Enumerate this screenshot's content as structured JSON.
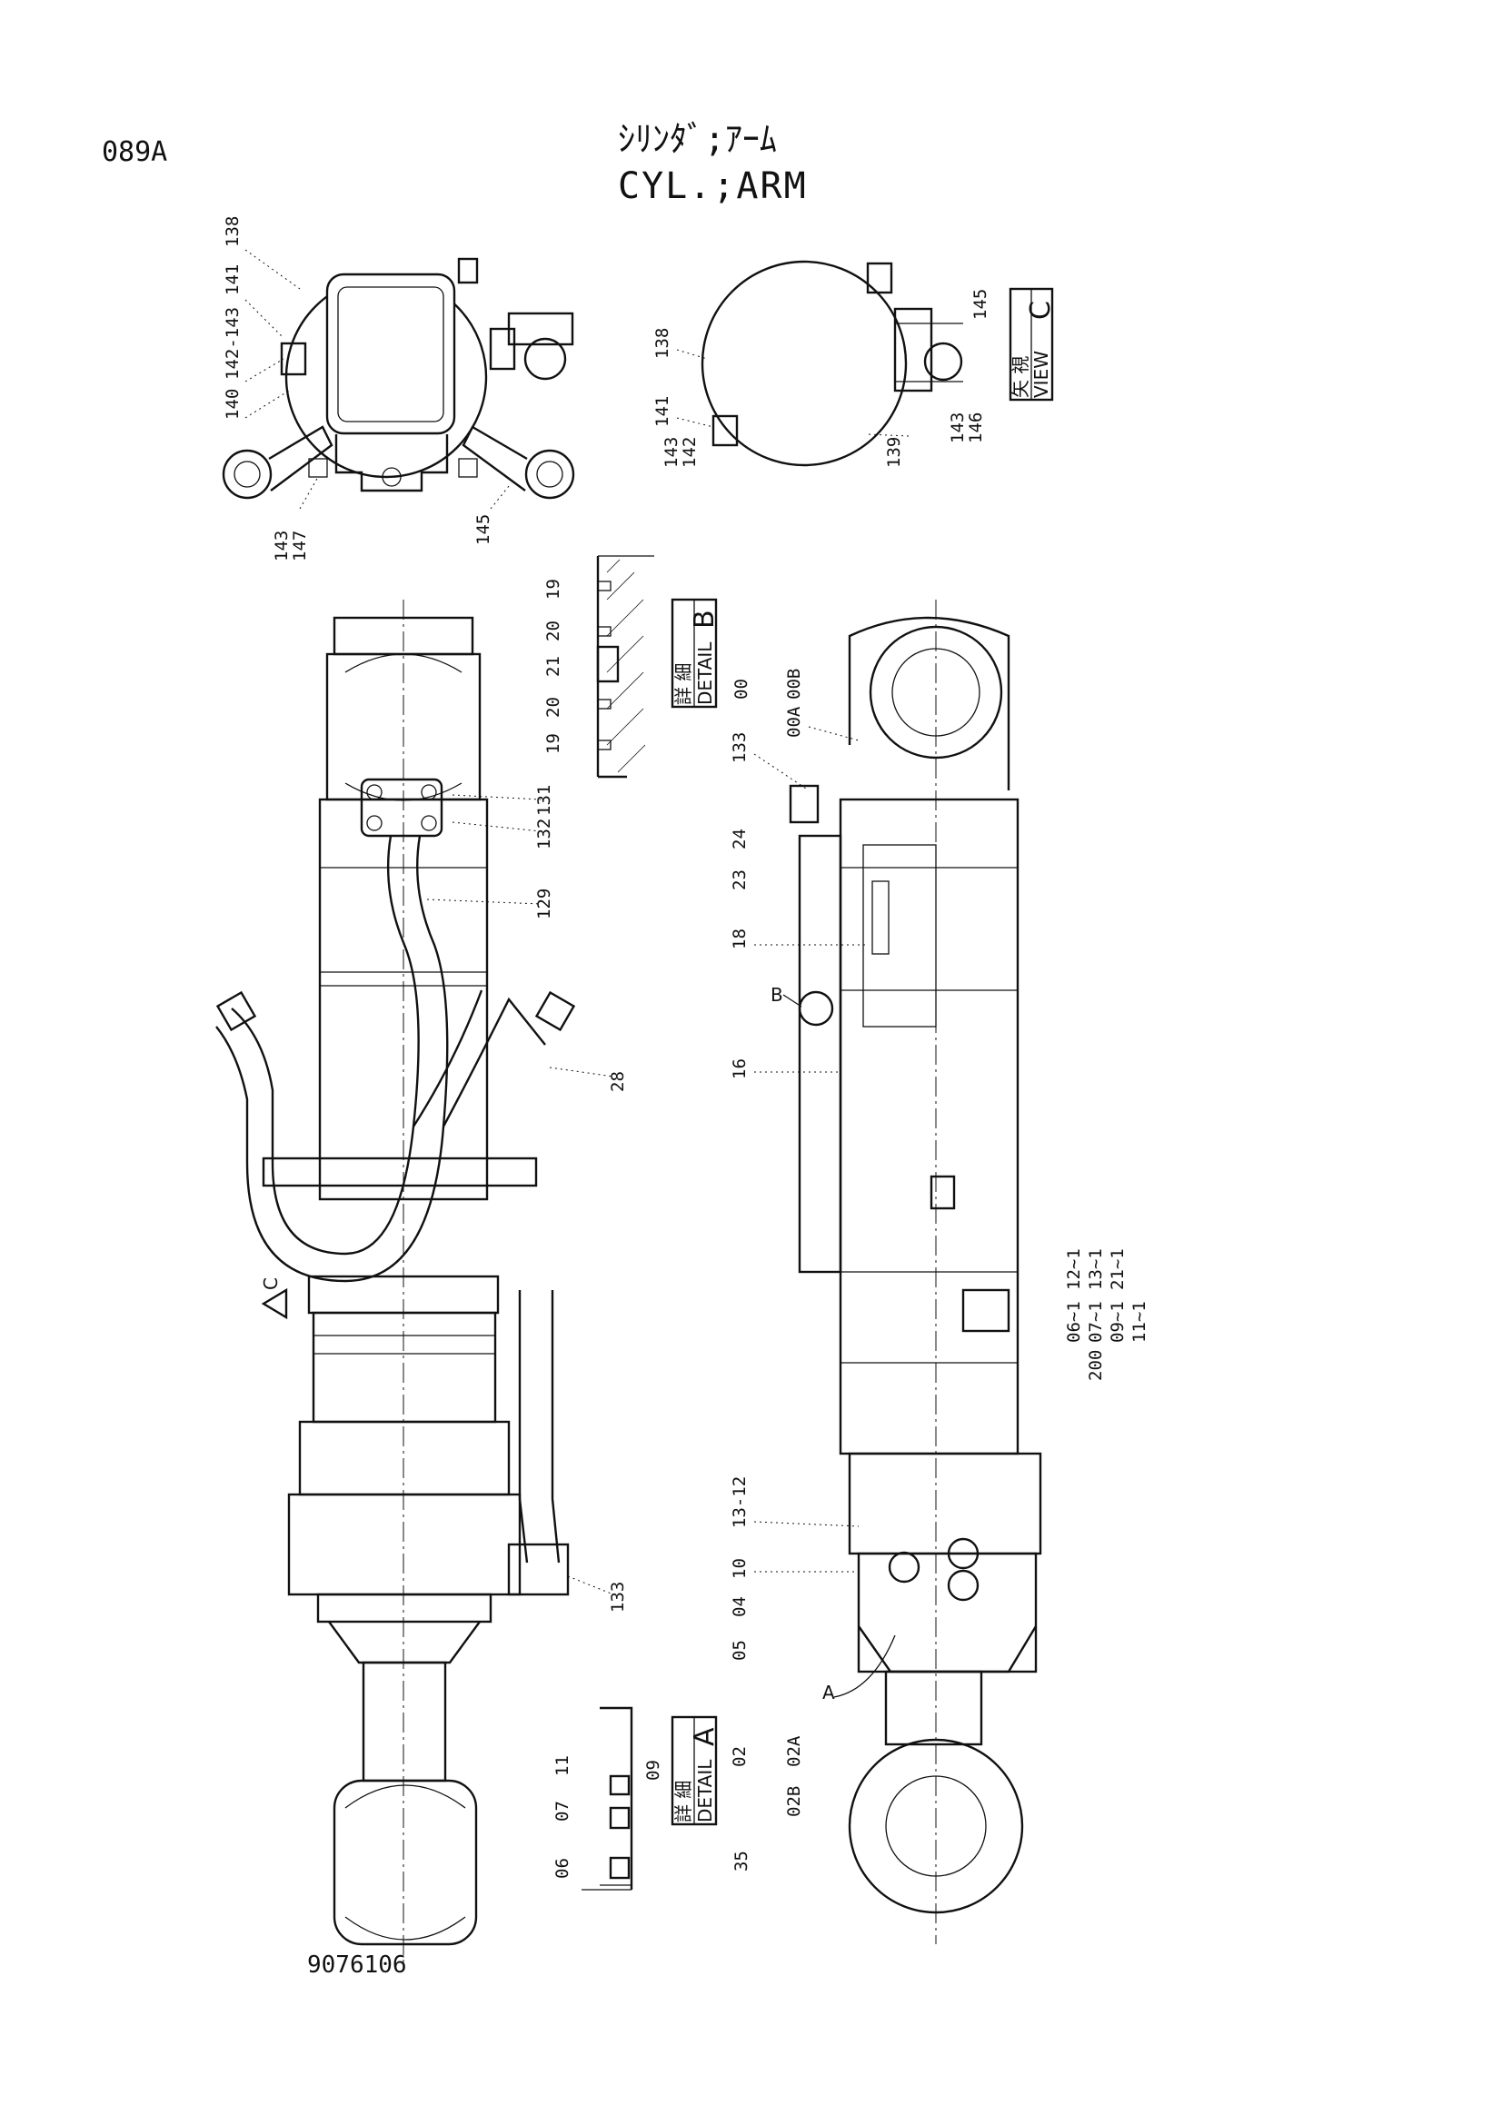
{
  "header": {
    "page_code": "089A",
    "title_jp": "ｼﾘﾝﾀﾞ;ｱｰﾑ",
    "title_en": "CYL.;ARM"
  },
  "footer": {
    "doc_number": "9076106"
  },
  "end_view": {
    "callouts": [
      "138",
      "141",
      "142-143",
      "140",
      "143",
      "147",
      "145"
    ]
  },
  "view_c": {
    "box_jp": "矢 視",
    "box_en": "VIEW",
    "letter": "C",
    "callouts": [
      "138",
      "141",
      "143",
      "142",
      "139",
      "143",
      "146",
      "145"
    ]
  },
  "detail_b": {
    "box_jp": "詳 細",
    "box_en": "DETAIL",
    "letter": "B",
    "callouts": [
      "19",
      "20",
      "21",
      "20",
      "19"
    ]
  },
  "detail_a": {
    "box_jp": "詳 細",
    "box_en": "DETAIL",
    "letter": "A",
    "callouts": [
      "09",
      "11",
      "07",
      "06"
    ]
  },
  "front_view": {
    "callouts": [
      "131",
      "132",
      "129",
      "28",
      "133"
    ],
    "view_arrow": "C"
  },
  "side_view": {
    "callouts": [
      "00",
      "00B",
      "00A",
      "133",
      "24",
      "23",
      "18",
      "16",
      "13-12",
      "10",
      "04",
      "05",
      "02",
      "02A",
      "02B",
      "35"
    ],
    "markers": [
      "B",
      "A"
    ]
  },
  "seal_kits": {
    "callouts": [
      "12~1",
      "13~1",
      "21~1",
      "06~1",
      "07~1",
      "09~1",
      "11~1",
      "200"
    ]
  }
}
